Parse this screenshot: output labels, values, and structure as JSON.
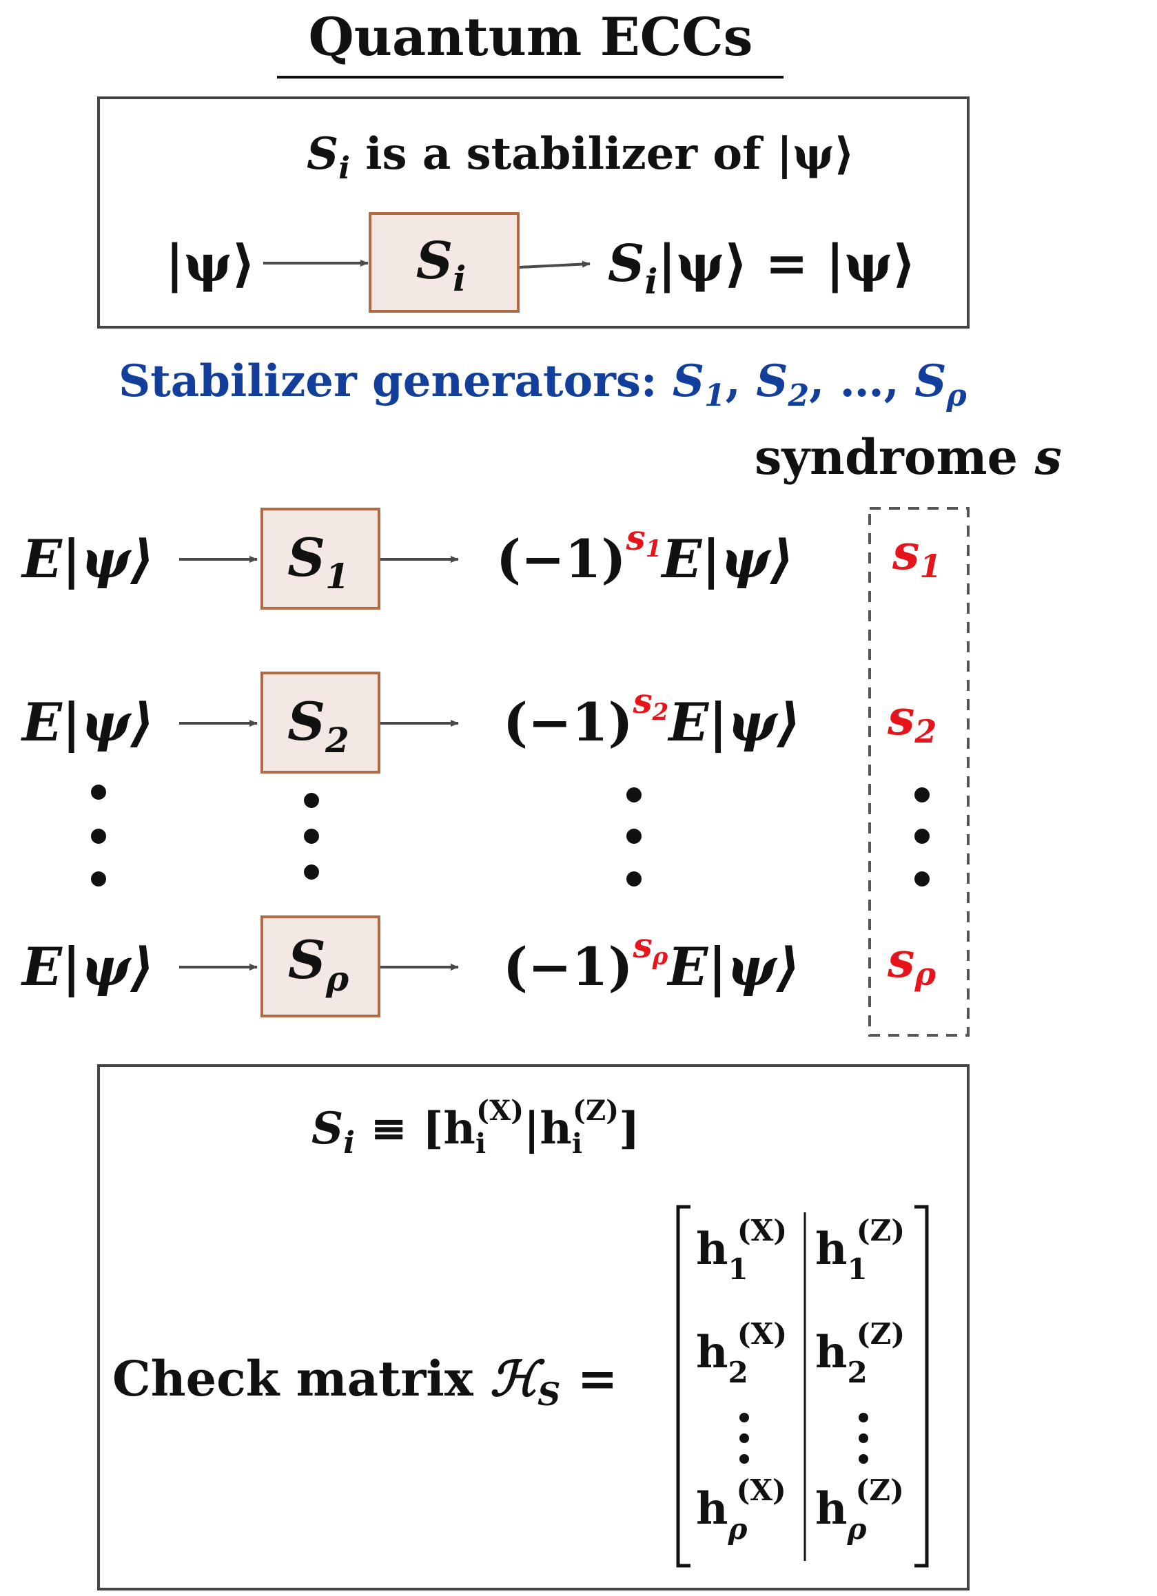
{
  "title": "Quantum ECCs",
  "stabilizer_box": {
    "caption_prefix": "S",
    "caption_sub": "i",
    "caption_rest": " is a stabilizer of |ψ⟩",
    "input": "|ψ⟩",
    "gate_main": "S",
    "gate_sub": "i",
    "output_main": "S",
    "output_sub": "i",
    "output_rest": "|ψ⟩ = |ψ⟩"
  },
  "generators_line": {
    "label": "Stabilizer generators: ",
    "g1": "S",
    "g1_sub": "1",
    "g2": "S",
    "g2_sub": "2",
    "ellipsis": "…",
    "gp": "S",
    "gp_sub": "ρ"
  },
  "syndrome_label": {
    "text": "syndrome ",
    "var": "s"
  },
  "rows": [
    {
      "input": "E|ψ⟩",
      "gate": "S",
      "gate_sub": "1",
      "out_pre": "(−1)",
      "exp": "s",
      "exp_sub": "1",
      "out_post": "E|ψ⟩",
      "syn": "s",
      "syn_sub": "1"
    },
    {
      "input": "E|ψ⟩",
      "gate": "S",
      "gate_sub": "2",
      "out_pre": "(−1)",
      "exp": "s",
      "exp_sub": "2",
      "out_post": "E|ψ⟩",
      "syn": "s",
      "syn_sub": "2"
    },
    {
      "input": "E|ψ⟩",
      "gate": "S",
      "gate_sub": "ρ",
      "out_pre": "(−1)",
      "exp": "s",
      "exp_sub": "ρ",
      "out_post": "E|ψ⟩",
      "syn": "s",
      "syn_sub": "ρ"
    }
  ],
  "check_box": {
    "def_lhs": "S",
    "def_lhs_sub": "i",
    "def_equiv": " ≡ [",
    "def_h": "h",
    "def_h_sub": "i",
    "def_x": "(X)",
    "def_bar": "|",
    "def_h2": "h",
    "def_h2_sub": "i",
    "def_z": "(Z)",
    "def_close": "]",
    "matrix_label": "Check matrix ",
    "matrix_symbol": "ℋ",
    "matrix_symbol_sub": "S",
    "matrix_eq": " =",
    "matrix_rows": [
      {
        "h": "h",
        "sub": "1",
        "x": "(X)",
        "z": "(Z)"
      },
      {
        "h": "h",
        "sub": "2",
        "x": "(X)",
        "z": "(Z)"
      },
      {
        "h": "h",
        "sub": "ρ",
        "x": "(X)",
        "z": "(Z)"
      }
    ]
  },
  "colors": {
    "blue": "#123f9c",
    "red": "#e8141c",
    "gate_fill": "#f3e8e3",
    "gate_stroke": "#b06b45",
    "arrow": "#4a4a4a"
  }
}
